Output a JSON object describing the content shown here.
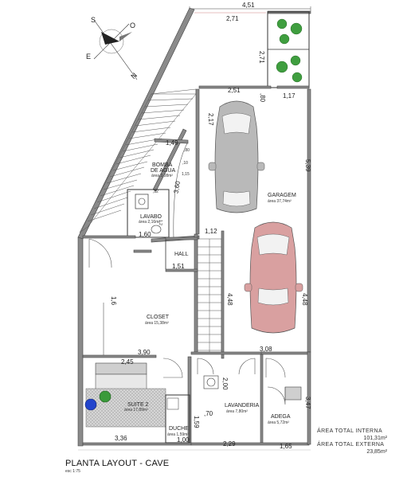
{
  "compass": {
    "north": "N",
    "south": "S",
    "east": "E",
    "west": "O"
  },
  "dimensions": {
    "top_total": "4,51",
    "top_inner": "2,71",
    "planter_side": "2,71",
    "garage_top": "2,51",
    "gap_80": ",80",
    "right_117": "1,17",
    "left_217": "2,17",
    "right_539": "5,39",
    "pump_149": "1,49",
    "pump_r1": ",80",
    "pump_r2": ",10",
    "pump_r3": "1,15",
    "pump_360": "3,60",
    "lav_82": ",82",
    "lav_side": "1,2",
    "lav_160": "1,60",
    "hall_112": "1,12",
    "hall_151": "1,51",
    "stair_448": "4,48",
    "right_448": "4,48",
    "closet_side": "1,6",
    "closet_390": "3,90",
    "laund_308": "3,08",
    "suite_245": "2,45",
    "laund_200": "2,00",
    "laund_70": ",70",
    "shower_159": "1,59",
    "shower_100": "1,00",
    "suite_336": "3,36",
    "laund_229": "2,29",
    "cellar_165": "1,65",
    "cellar_side": "3,47"
  },
  "rooms": {
    "pump": {
      "name": "BOMBA\nDE AGUA",
      "area": "área 3,08m²"
    },
    "lavabo": {
      "name": "LAVABO",
      "area": "área 2,16m²"
    },
    "garagem": {
      "name": "GARAGEM",
      "area": "área 37,74m²"
    },
    "hall": {
      "name": "HALL"
    },
    "closet": {
      "name": "CLOSET",
      "area": "área 15,38m²"
    },
    "suite": {
      "name": "SUITE 2",
      "area": "área 17,89m²"
    },
    "ducha": {
      "name": "DUCHE",
      "area": "área 1,59m²"
    },
    "lavanderia": {
      "name": "LAVANDERIA",
      "area": "área 7,80m²"
    },
    "adega": {
      "name": "ADEGA",
      "area": "área 5,72m²"
    }
  },
  "areas": {
    "interna_label": "ÁREA TOTAL INTERNA",
    "interna_value": "101,31m²",
    "externa_label": "ÁREA TOTAL EXTERNA",
    "externa_value": "23,85m²"
  },
  "title": {
    "main": "PLANTA LAYOUT - CAVE",
    "scale": "esc 1:75"
  },
  "colors": {
    "car_grey": "#b9b9b9",
    "car_red": "#d9a0a0",
    "plant_green": "#3f9e3f",
    "rug": "#cfcfcf"
  }
}
